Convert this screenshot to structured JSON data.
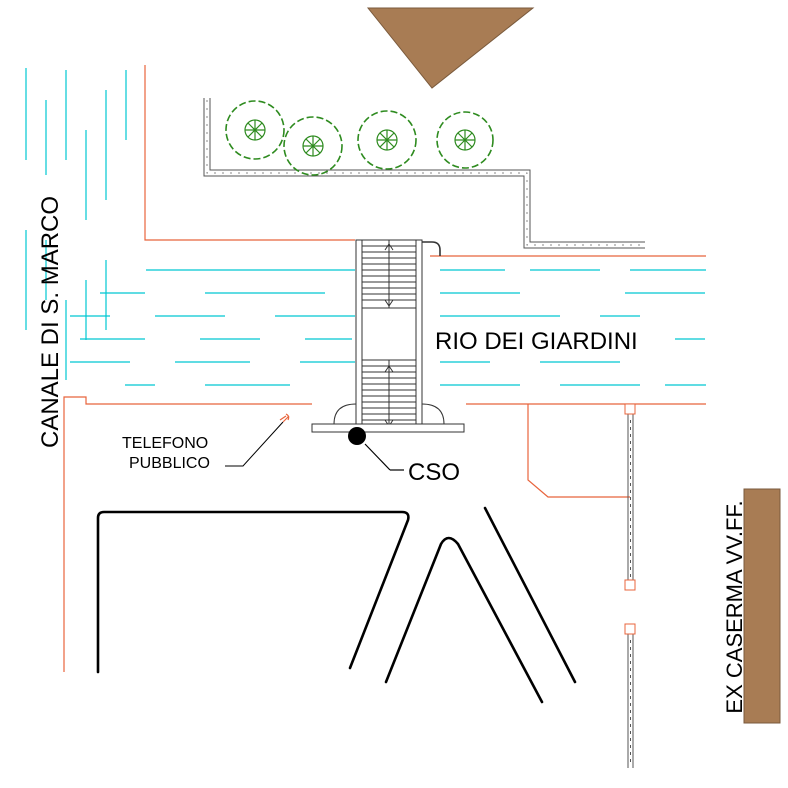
{
  "labels": {
    "canal": "CANALE DI S. MARCO",
    "rio": "RIO DEI GIARDINI",
    "telefono_line1": "TELEFONO",
    "telefono_line2": "PUBBLICO",
    "cso": "CSO",
    "caserma": "EX CASERMA VV.FF."
  },
  "colors": {
    "water_lines": "#00c8d2",
    "boundary": "#e8643c",
    "tree": "#2e8b1f",
    "building": "#a87c54",
    "ink": "#000000"
  },
  "icons": [
    "tree-icon",
    "cso-marker-icon",
    "telephone-icon"
  ]
}
